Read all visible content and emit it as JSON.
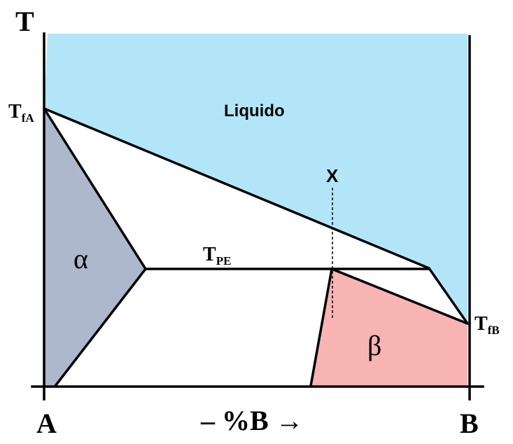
{
  "axes": {
    "y_label": "T",
    "x_label": "– %B →",
    "left_component": "A",
    "right_component": "B"
  },
  "labels": {
    "tfa_main": "T",
    "tfa_sub": "fA",
    "tfb_main": "T",
    "tfb_sub": "fB",
    "tpe_main": "T",
    "tpe_sub": "PE",
    "liquid": "Liquido",
    "alpha": "α",
    "beta": "β",
    "composition_marker": "X"
  },
  "colors": {
    "liquid": "#b3e5f8",
    "alpha": "#adb8cc",
    "beta": "#f8b3b3",
    "lines": "#000000",
    "background": "#ffffff"
  }
}
